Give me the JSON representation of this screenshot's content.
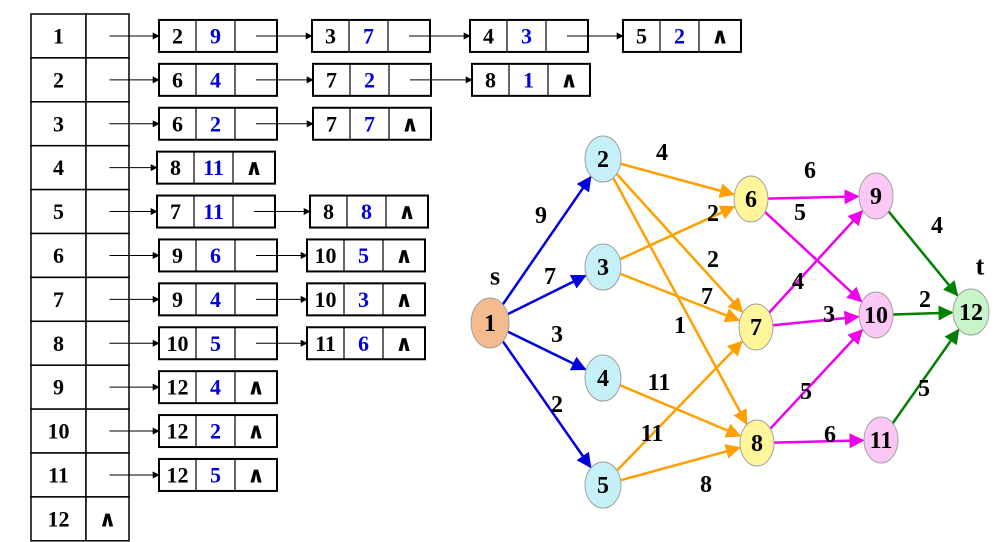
{
  "adjacency_list": {
    "heads": [
      {
        "vertex": "1",
        "head_empty": false,
        "edges": [
          {
            "to": "2",
            "w": "9"
          },
          {
            "to": "3",
            "w": "7"
          },
          {
            "to": "4",
            "w": "3"
          },
          {
            "to": "5",
            "w": "2"
          }
        ]
      },
      {
        "vertex": "2",
        "head_empty": false,
        "edges": [
          {
            "to": "6",
            "w": "4"
          },
          {
            "to": "7",
            "w": "2"
          },
          {
            "to": "8",
            "w": "1"
          }
        ]
      },
      {
        "vertex": "3",
        "head_empty": false,
        "edges": [
          {
            "to": "6",
            "w": "2"
          },
          {
            "to": "7",
            "w": "7"
          }
        ]
      },
      {
        "vertex": "4",
        "head_empty": false,
        "edges": [
          {
            "to": "8",
            "w": "11"
          }
        ]
      },
      {
        "vertex": "5",
        "head_empty": false,
        "edges": [
          {
            "to": "7",
            "w": "11"
          },
          {
            "to": "8",
            "w": "8"
          }
        ]
      },
      {
        "vertex": "6",
        "head_empty": false,
        "edges": [
          {
            "to": "9",
            "w": "6"
          },
          {
            "to": "10",
            "w": "5"
          }
        ]
      },
      {
        "vertex": "7",
        "head_empty": false,
        "edges": [
          {
            "to": "9",
            "w": "4"
          },
          {
            "to": "10",
            "w": "3"
          }
        ]
      },
      {
        "vertex": "8",
        "head_empty": false,
        "edges": [
          {
            "to": "10",
            "w": "5"
          },
          {
            "to": "11",
            "w": "6"
          }
        ]
      },
      {
        "vertex": "9",
        "head_empty": false,
        "edges": [
          {
            "to": "12",
            "w": "4"
          }
        ]
      },
      {
        "vertex": "10",
        "head_empty": false,
        "edges": [
          {
            "to": "12",
            "w": "2"
          }
        ]
      },
      {
        "vertex": "11",
        "head_empty": false,
        "edges": [
          {
            "to": "12",
            "w": "5"
          }
        ]
      },
      {
        "vertex": "12",
        "head_empty": true,
        "edges": []
      }
    ],
    "null_symbol": "∧"
  },
  "graph": {
    "source_label": "s",
    "sink_label": "t",
    "nodes": [
      {
        "id": "1",
        "fill": "#f4bb8e"
      },
      {
        "id": "2",
        "fill": "#c6f0f8"
      },
      {
        "id": "3",
        "fill": "#c6f0f8"
      },
      {
        "id": "4",
        "fill": "#c6f0f8"
      },
      {
        "id": "5",
        "fill": "#c6f0f8"
      },
      {
        "id": "6",
        "fill": "#fff59a"
      },
      {
        "id": "7",
        "fill": "#fff59a"
      },
      {
        "id": "8",
        "fill": "#fff59a"
      },
      {
        "id": "9",
        "fill": "#fbc8f5"
      },
      {
        "id": "10",
        "fill": "#fbc8f5"
      },
      {
        "id": "11",
        "fill": "#fbc8f5"
      },
      {
        "id": "12",
        "fill": "#c9f3c9"
      }
    ],
    "edges": [
      {
        "from": "1",
        "to": "2",
        "w": "9",
        "color": "#0000dd"
      },
      {
        "from": "1",
        "to": "3",
        "w": "7",
        "color": "#0000dd"
      },
      {
        "from": "1",
        "to": "4",
        "w": "3",
        "color": "#0000dd"
      },
      {
        "from": "1",
        "to": "5",
        "w": "2",
        "color": "#0000dd"
      },
      {
        "from": "2",
        "to": "6",
        "w": "4",
        "color": "#ffa000"
      },
      {
        "from": "2",
        "to": "7",
        "w": "2",
        "color": "#ffa000"
      },
      {
        "from": "2",
        "to": "8",
        "w": "1",
        "color": "#ffa000"
      },
      {
        "from": "3",
        "to": "6",
        "w": "2",
        "color": "#ffa000"
      },
      {
        "from": "3",
        "to": "7",
        "w": "7",
        "color": "#ffa000"
      },
      {
        "from": "4",
        "to": "8",
        "w": "11",
        "color": "#ffa000"
      },
      {
        "from": "5",
        "to": "7",
        "w": "11",
        "color": "#ffa000"
      },
      {
        "from": "5",
        "to": "8",
        "w": "8",
        "color": "#ffa000"
      },
      {
        "from": "6",
        "to": "9",
        "w": "6",
        "color": "#ee00ee"
      },
      {
        "from": "6",
        "to": "10",
        "w": "5",
        "color": "#ee00ee"
      },
      {
        "from": "7",
        "to": "9",
        "w": "4",
        "color": "#ee00ee"
      },
      {
        "from": "7",
        "to": "10",
        "w": "3",
        "color": "#ee00ee"
      },
      {
        "from": "8",
        "to": "10",
        "w": "5",
        "color": "#ee00ee"
      },
      {
        "from": "8",
        "to": "11",
        "w": "6",
        "color": "#ee00ee"
      },
      {
        "from": "9",
        "to": "12",
        "w": "4",
        "color": "#008000"
      },
      {
        "from": "10",
        "to": "12",
        "w": "2",
        "color": "#008000"
      },
      {
        "from": "11",
        "to": "12",
        "w": "5",
        "color": "#008000"
      }
    ]
  },
  "colors": {
    "line": "#000000",
    "weight_text": "#0000dd",
    "text": "#000000"
  }
}
